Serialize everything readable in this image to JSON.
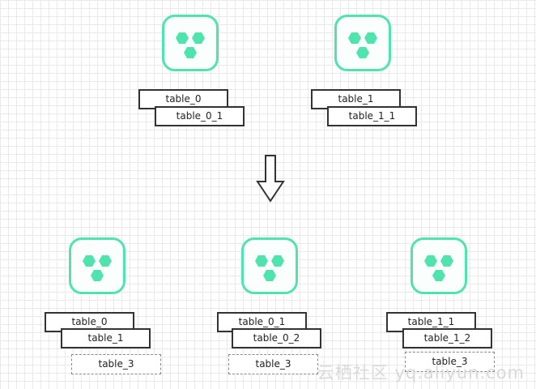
{
  "top": {
    "servers": [
      {
        "tables": [
          "table_0",
          "table_0_1"
        ]
      },
      {
        "tables": [
          "table_1",
          "table_1_1"
        ]
      }
    ]
  },
  "bottom": {
    "servers": [
      {
        "tables": [
          "table_0",
          "table_1"
        ],
        "new_table": "table_3"
      },
      {
        "tables": [
          "table_0_1",
          "table_0_2"
        ],
        "new_table": "table_3"
      },
      {
        "tables": [
          "table_1_1",
          "table_1_2"
        ],
        "new_table": "table_3"
      }
    ]
  },
  "watermark": "云栖社区 yq.aliyun.com",
  "colors": {
    "node_border": "#4fe3ae",
    "node_icon": "#4fe3ae",
    "table_border": "#333333"
  },
  "icons": {
    "node": "hexagon-cluster-icon",
    "arrow": "down-arrow-icon"
  }
}
